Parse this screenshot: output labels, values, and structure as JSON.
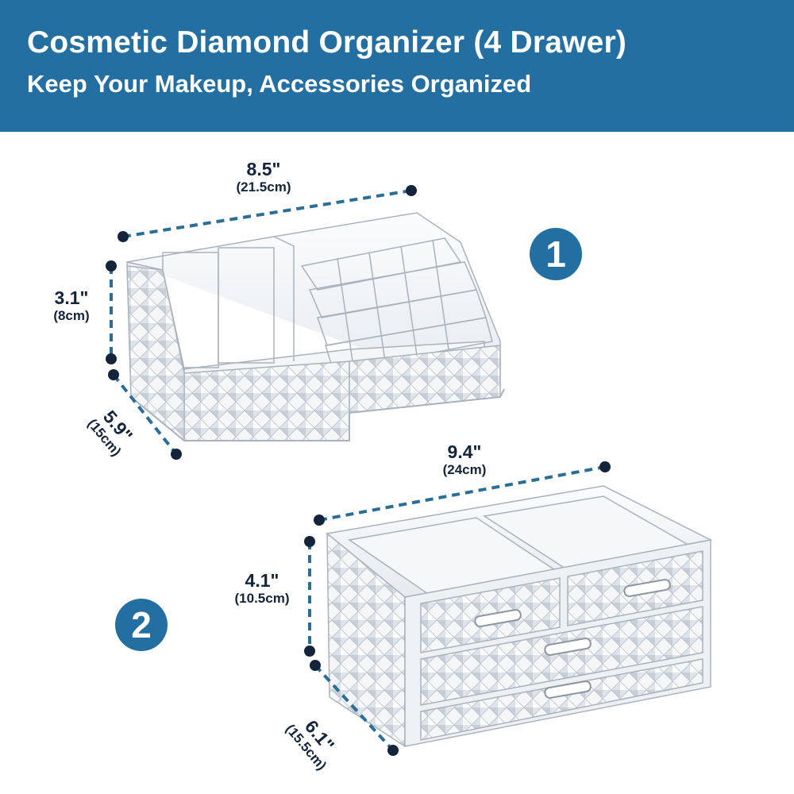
{
  "header": {
    "title": "Cosmetic Diamond Organizer (4 Drawer)",
    "subtitle": "Keep Your Makeup, Accessories Organized"
  },
  "product1": {
    "badge": "1",
    "width": {
      "inches": "8.5\"",
      "cm": "(21.5cm)"
    },
    "height": {
      "inches": "3.1\"",
      "cm": "(8cm)"
    },
    "depth": {
      "inches": "5.9\"",
      "cm": "(15cm)"
    }
  },
  "product2": {
    "badge": "2",
    "width": {
      "inches": "9.4\"",
      "cm": "(24cm)"
    },
    "height": {
      "inches": "4.1\"",
      "cm": "(10.5cm)"
    },
    "depth": {
      "inches": "6.1\"",
      "cm": "(15.5cm)"
    }
  },
  "colors": {
    "banner": "#236fa1",
    "badge": "#236fa1",
    "dimension_line": "#2a6e98",
    "dimension_dot": "#14243a",
    "text_dark": "#14243a"
  }
}
